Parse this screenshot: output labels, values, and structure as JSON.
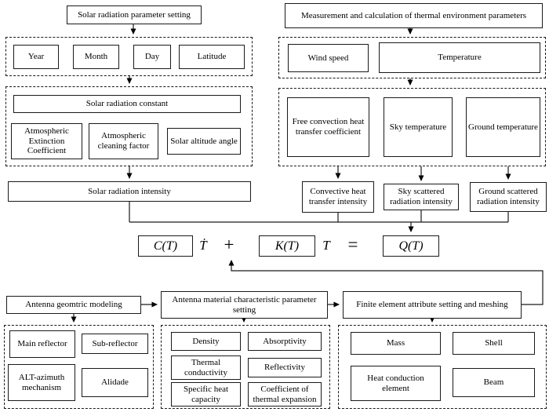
{
  "flowchart": {
    "solar": {
      "title": "Solar radiation parameter setting",
      "inputs": [
        "Year",
        "Month",
        "Day",
        "Latitude"
      ],
      "constant": "Solar radiation constant",
      "factors": [
        "Atmospheric Extinction Coefficient",
        "Atmospheric cleaning factor",
        "Solar altitude angle"
      ],
      "output": "Solar radiation intensity"
    },
    "thermal": {
      "title": "Measurement and calculation of thermal environment parameters",
      "inputs": [
        "Wind speed",
        "Temperature"
      ],
      "params": [
        "Free convection heat transfer coefficient",
        "Sky temperature",
        "Ground temperature"
      ],
      "outputs": [
        "Convective heat transfer intensity",
        "Sky scattered radiation intensity",
        "Ground scattered radiation intensity"
      ]
    },
    "equation": {
      "c": "C(T)",
      "tdot": "Ṫ",
      "plus": "+",
      "k": "K(T)",
      "t": "T",
      "equals": "=",
      "q": "Q(T)"
    },
    "geometry": {
      "title": "Antenna geomtric modeling",
      "items": [
        "Main reflector",
        "Sub-reflector",
        "ALT-azimuth mechanism",
        "Alidade"
      ]
    },
    "material": {
      "title": "Antenna material characteristic parameter setting",
      "items": [
        "Density",
        "Absorptivity",
        "Thermal conductivity",
        "Reflectivity",
        "Specific heat capacity",
        "Coefficient of thermal expansion"
      ]
    },
    "fem": {
      "title": "Finite element attribute setting and meshing",
      "items": [
        "Mass",
        "Shell",
        "Heat conduction element",
        "Beam"
      ]
    }
  }
}
